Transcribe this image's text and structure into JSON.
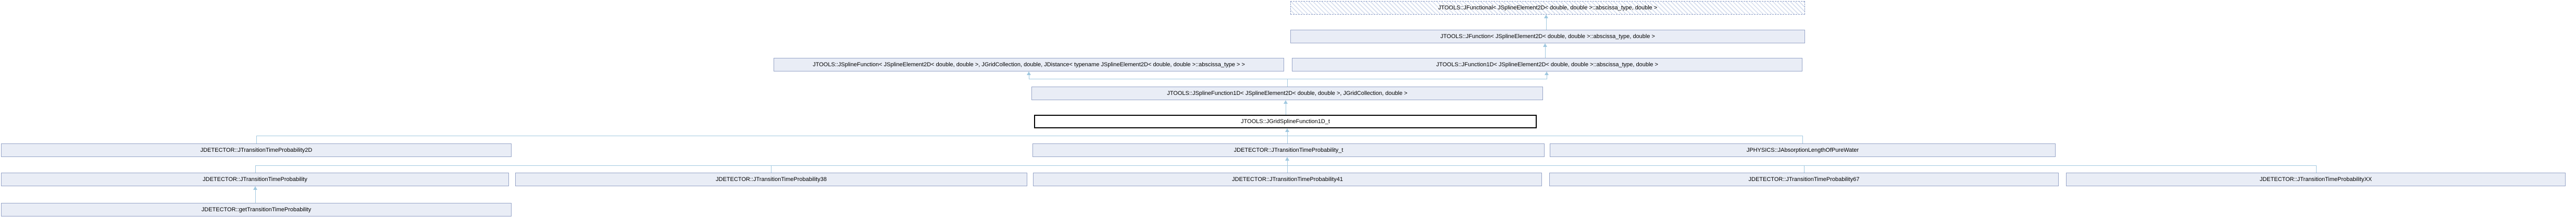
{
  "graph": {
    "type": "inheritance-diagram",
    "colors": {
      "node_fill": "#e9edf6",
      "node_border": "#95a3c7",
      "edge": "#a0c8e0",
      "current_node_border": "#000000",
      "hatch_stripe": "#dbe2f0",
      "text": "#000000"
    },
    "nodes": [
      {
        "label": "JTOOLS::JFunctional< JSplineElement2D< double, double >::abscissa_type, double >",
        "style": "hatched"
      },
      {
        "label": "JTOOLS::JFunction< JSplineElement2D< double, double >::abscissa_type, double >",
        "style": "normal"
      },
      {
        "label": "JTOOLS::JSplineFunction< JSplineElement2D< double, double >, JGridCollection, double, JDistance< typename JSplineElement2D< double, double >::abscissa_type > >",
        "style": "normal"
      },
      {
        "label": "JTOOLS::JFunction1D< JSplineElement2D< double, double >::abscissa_type, double >",
        "style": "normal"
      },
      {
        "label": "JTOOLS::JSplineFunction1D< JSplineElement2D< double, double >, JGridCollection, double >",
        "style": "normal"
      },
      {
        "label": "JTOOLS::JGridSplineFunction1D_t",
        "style": "current"
      },
      {
        "label": "JDETECTOR::JTransitionTimeProbability2D",
        "style": "normal"
      },
      {
        "label": "JDETECTOR::JTransitionTimeProbability_t",
        "style": "normal"
      },
      {
        "label": "JPHYSICS::JAbsorptionLengthOfPureWater",
        "style": "normal"
      },
      {
        "label": "JDETECTOR::JTransitionTimeProbability",
        "style": "normal"
      },
      {
        "label": "JDETECTOR::JTransitionTimeProbability38",
        "style": "normal"
      },
      {
        "label": "JDETECTOR::JTransitionTimeProbability41",
        "style": "normal"
      },
      {
        "label": "JDETECTOR::JTransitionTimeProbability67",
        "style": "normal"
      },
      {
        "label": "JDETECTOR::JTransitionTimeProbabilityXX",
        "style": "normal"
      },
      {
        "label": "JDETECTOR::getTransitionTimeProbability",
        "style": "normal"
      }
    ]
  }
}
